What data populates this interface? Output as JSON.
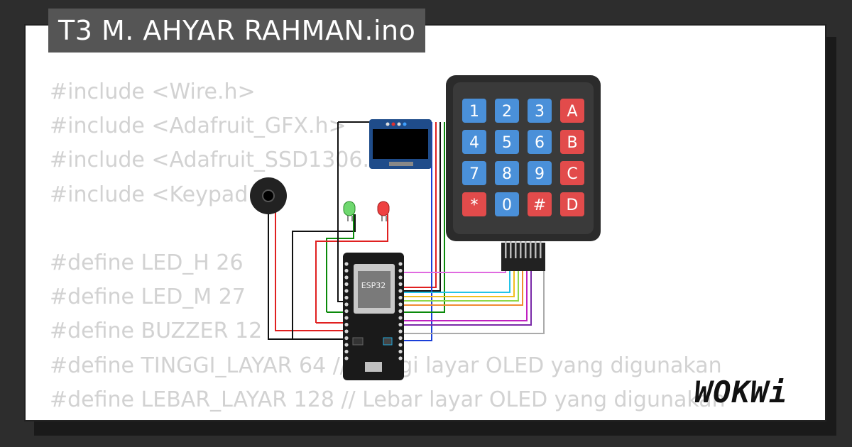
{
  "title": "T3 M. AHYAR RAHMAN.ino",
  "code_lines": [
    "#include <Wire.h>",
    "#include <Adafruit_GFX.h>",
    "#include <Adafruit_SSD1306.h>",
    "#include <Keypad.h>",
    "",
    "#define LED_H 26",
    "#define LED_M 27",
    "#define BUZZER 12",
    "#define TINGGI_LAYAR 64 // Tinggi layar OLED yang digunakan",
    "#define LEBAR_LAYAR 128 // Lebar layar OLED yang digunakan"
  ],
  "esp_label": "ESP32",
  "keypad_keys": [
    "1",
    "2",
    "3",
    "A",
    "4",
    "5",
    "6",
    "B",
    "7",
    "8",
    "9",
    "C",
    "*",
    "0",
    "#",
    "D"
  ],
  "logo": "WOKWi",
  "colors": {
    "key_blue": "#4a90d9",
    "key_red": "#e24b4b",
    "title_bg": "#555555",
    "code_gray": "#d2d2d2"
  }
}
